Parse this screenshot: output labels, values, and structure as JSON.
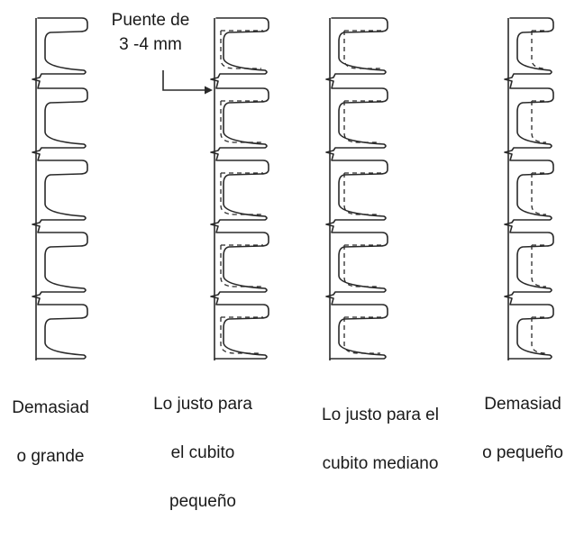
{
  "callout": {
    "line1": "Puente de",
    "line2": "3 -4 mm"
  },
  "panels": [
    {
      "caption_line1": "Demasiad",
      "caption_line2": "o grande",
      "caption_line3": ""
    },
    {
      "caption_line1": "Lo justo para",
      "caption_line2": "el cubito",
      "caption_line3": "pequeño"
    },
    {
      "caption_line1": "Lo justo para el",
      "caption_line2": "cubito mediano",
      "caption_line3": ""
    },
    {
      "caption_line1": "Demasiad",
      "caption_line2": "o pequeño",
      "caption_line3": ""
    }
  ],
  "colors": {
    "stroke": "#2a2a2a"
  }
}
